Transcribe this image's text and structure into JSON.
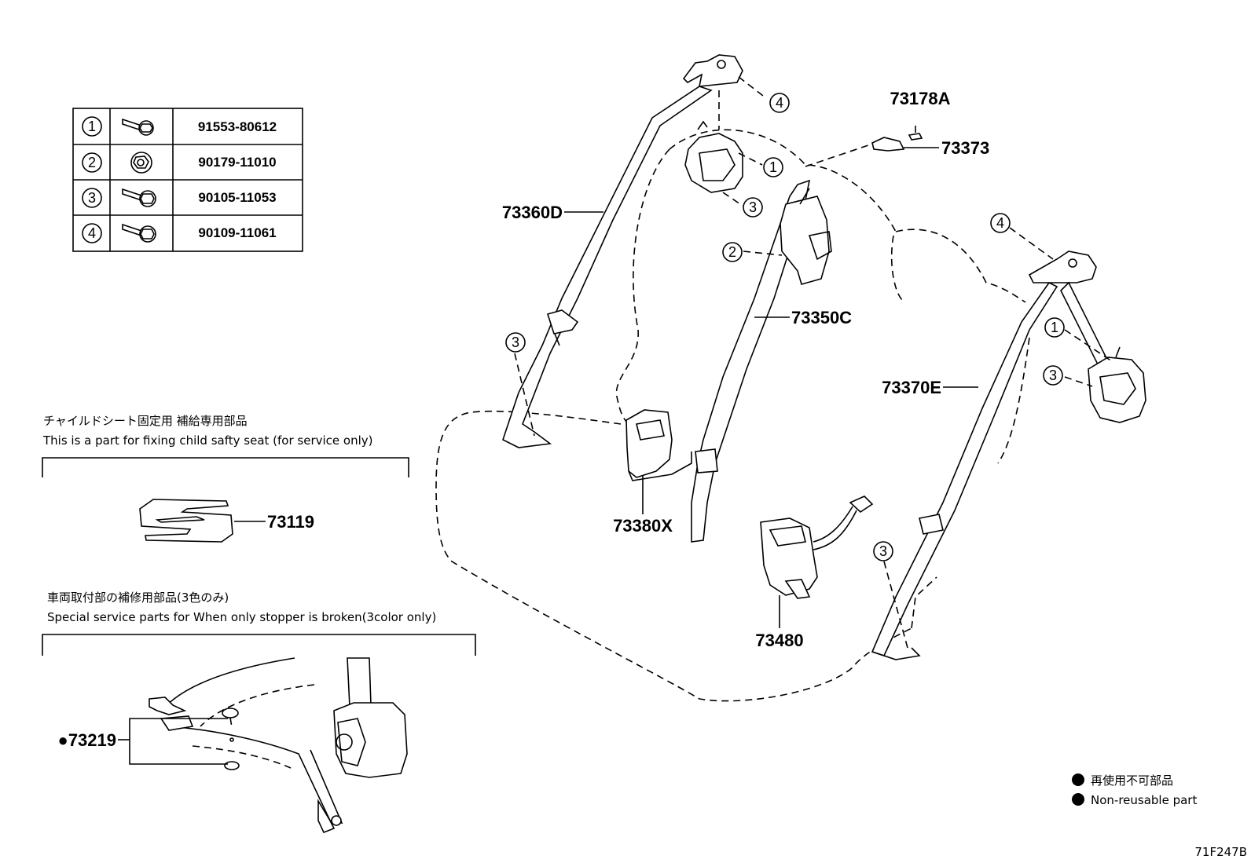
{
  "fastener_table": {
    "rows": [
      {
        "key": "1",
        "part_no": "91553-80612",
        "icon": "flange-bolt-icon"
      },
      {
        "key": "2",
        "part_no": "90179-11010",
        "icon": "flange-nut-icon"
      },
      {
        "key": "3",
        "part_no": "90105-11053",
        "icon": "flange-bolt-icon"
      },
      {
        "key": "4",
        "part_no": "90109-11061",
        "icon": "flange-bolt-icon"
      }
    ]
  },
  "parts": {
    "p73360D": "73360D",
    "p73350C": "73350C",
    "p73370E": "73370E",
    "p73380X": "73380X",
    "p73480": "73480",
    "p73178A": "73178A",
    "p73373": "73373",
    "p73119": "73119",
    "p73219": "●73219"
  },
  "callouts": {
    "c4_top": "4",
    "c1_top": "1",
    "c3_top": "3",
    "c2_mid": "2",
    "c3_left": "3",
    "c4_right": "4",
    "c1_right": "1",
    "c3_right": "3",
    "c3_lower": "3"
  },
  "child_seat_section": {
    "title_jp": "チャイルドシート固定用 補給専用部品",
    "title_en": "This is a part for fixing child safty seat (for service only)"
  },
  "stopper_section": {
    "title_jp": "車両取付部の補修用部品(3色のみ)",
    "title_en": "Special service parts for When only stopper is broken(3color only)"
  },
  "legend": {
    "jp": "再使用不可部品",
    "en": "Non-reusable part"
  },
  "diagram_code": "71F247B"
}
